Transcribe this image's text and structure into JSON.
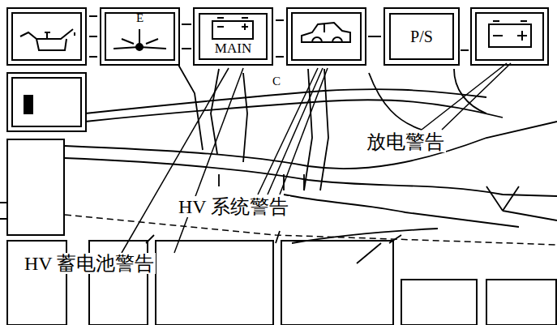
{
  "diagram": {
    "nodes": [
      {
        "text": [
          "MAIN"
        ]
      },
      {
        "text": [
          "P/S"
        ]
      }
    ],
    "labels": [
      "E",
      "C",
      "放电警告",
      "HV 系统警告",
      "HV 蓄电池警告"
    ]
  }
}
